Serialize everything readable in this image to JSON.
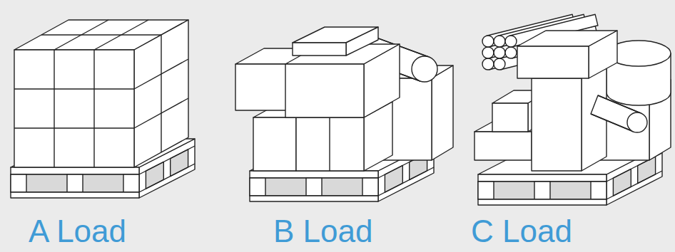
{
  "diagram": {
    "labels": [
      "A Load",
      "B Load",
      "C Load"
    ]
  }
}
